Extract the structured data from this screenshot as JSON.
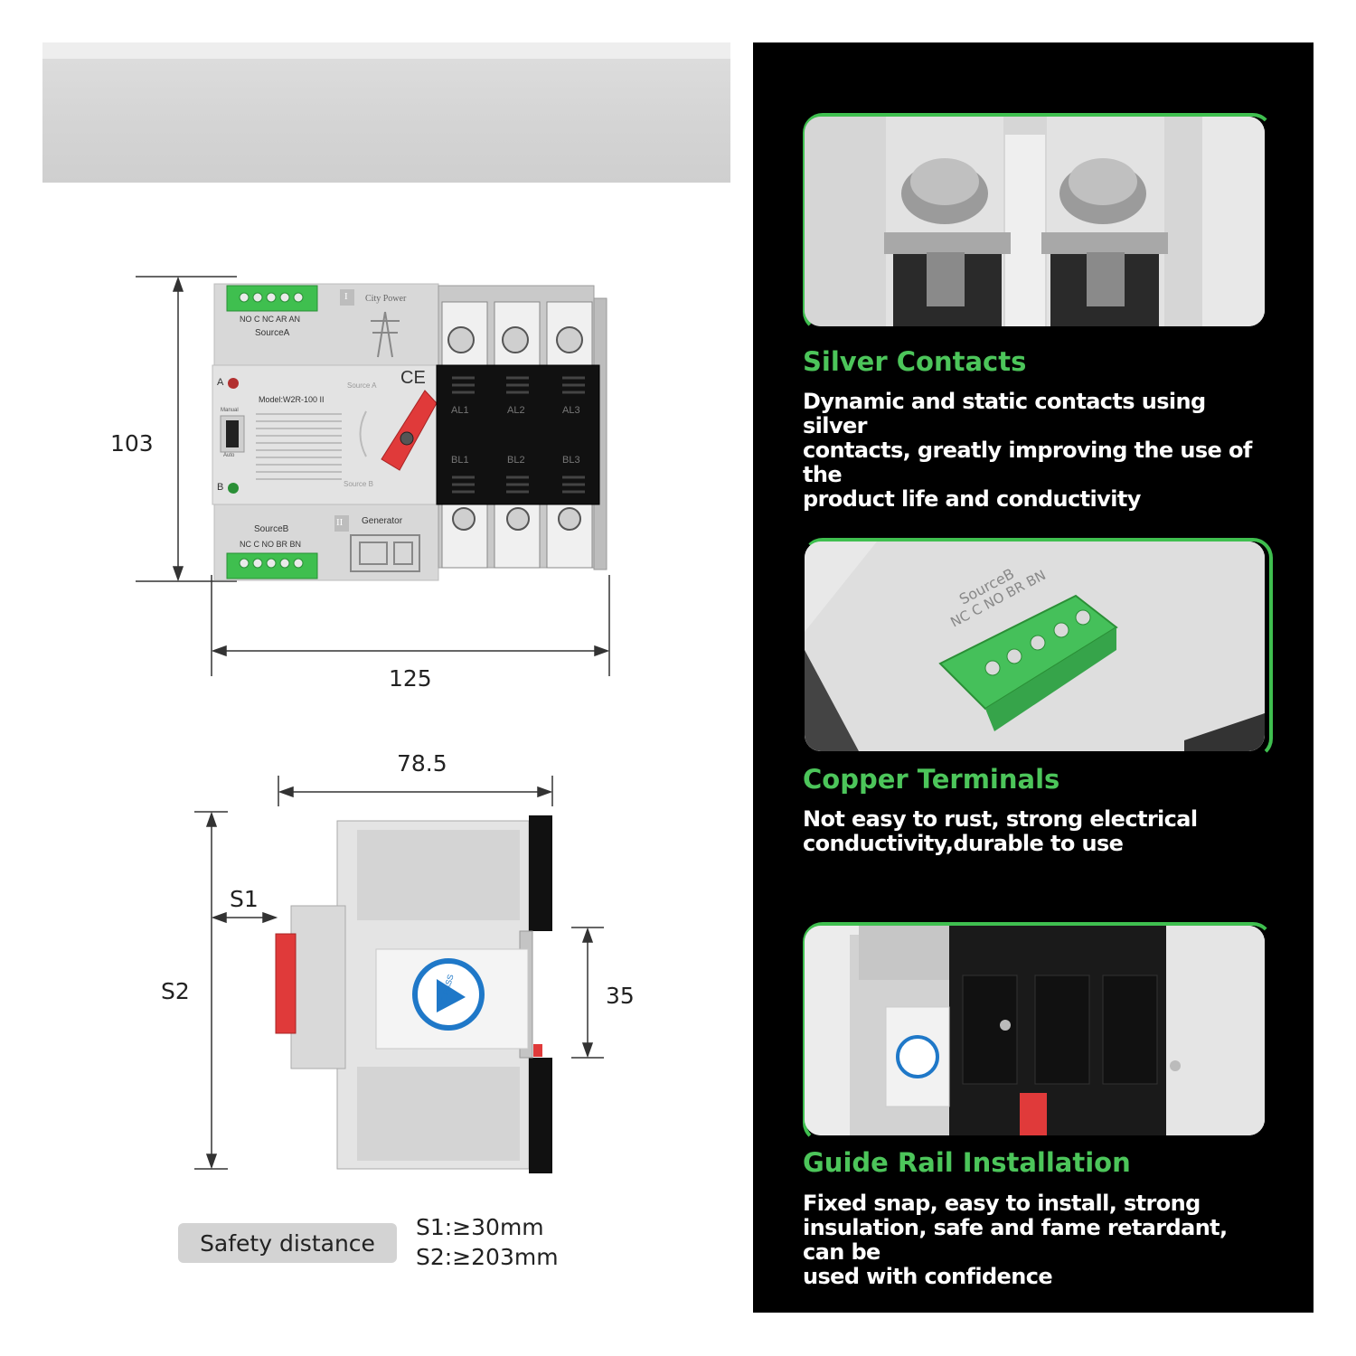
{
  "dimensions": {
    "height": "103",
    "width": "125",
    "depth": "78.5",
    "s1": "S1",
    "s2": "S2",
    "rail": "35"
  },
  "device": {
    "source_a_terminals": "NO C NC AR AN",
    "source_a_label": "SourceA",
    "source_b_terminals": "NC C NO BR BN",
    "source_b_label": "SourceB",
    "city_power": "City Power",
    "generator": "Generator",
    "roman_one": "I",
    "roman_two": "II",
    "model": "Model:W2R-100 II",
    "ce": "CE",
    "indicator_a": "A",
    "indicator_b": "B",
    "manual": "Manual",
    "auto": "Auto",
    "source_a_mark": "Source A",
    "source_b_mark": "Source B",
    "poles_top": [
      "AL1",
      "AL2",
      "AL3"
    ],
    "poles_bottom": [
      "BL1",
      "BL2",
      "BL3"
    ],
    "qc": "QC PASS"
  },
  "safety": {
    "label": "Safety distance",
    "s1_value": "S1:≥30mm",
    "s2_value": "S2:≥203mm"
  },
  "features": [
    {
      "title": "Silver Contacts",
      "lines": [
        "Dynamic and static contacts using silver",
        "contacts, greatly improving the use of the",
        "product life and conductivity"
      ]
    },
    {
      "title": "Copper  Terminals",
      "lines": [
        "Not easy to rust, strong electrical",
        "conductivity,durable to use"
      ]
    },
    {
      "title": "Guide Rail Installation",
      "lines": [
        "Fixed snap, easy to install, strong",
        "insulation, safe and fame retardant, can be",
        "used with confidence"
      ]
    }
  ],
  "colors": {
    "accent_green": "#4cc55a",
    "switch_red": "#e03a3a",
    "terminal_green": "#3fbf4f",
    "qc_blue": "#1f78c8"
  }
}
